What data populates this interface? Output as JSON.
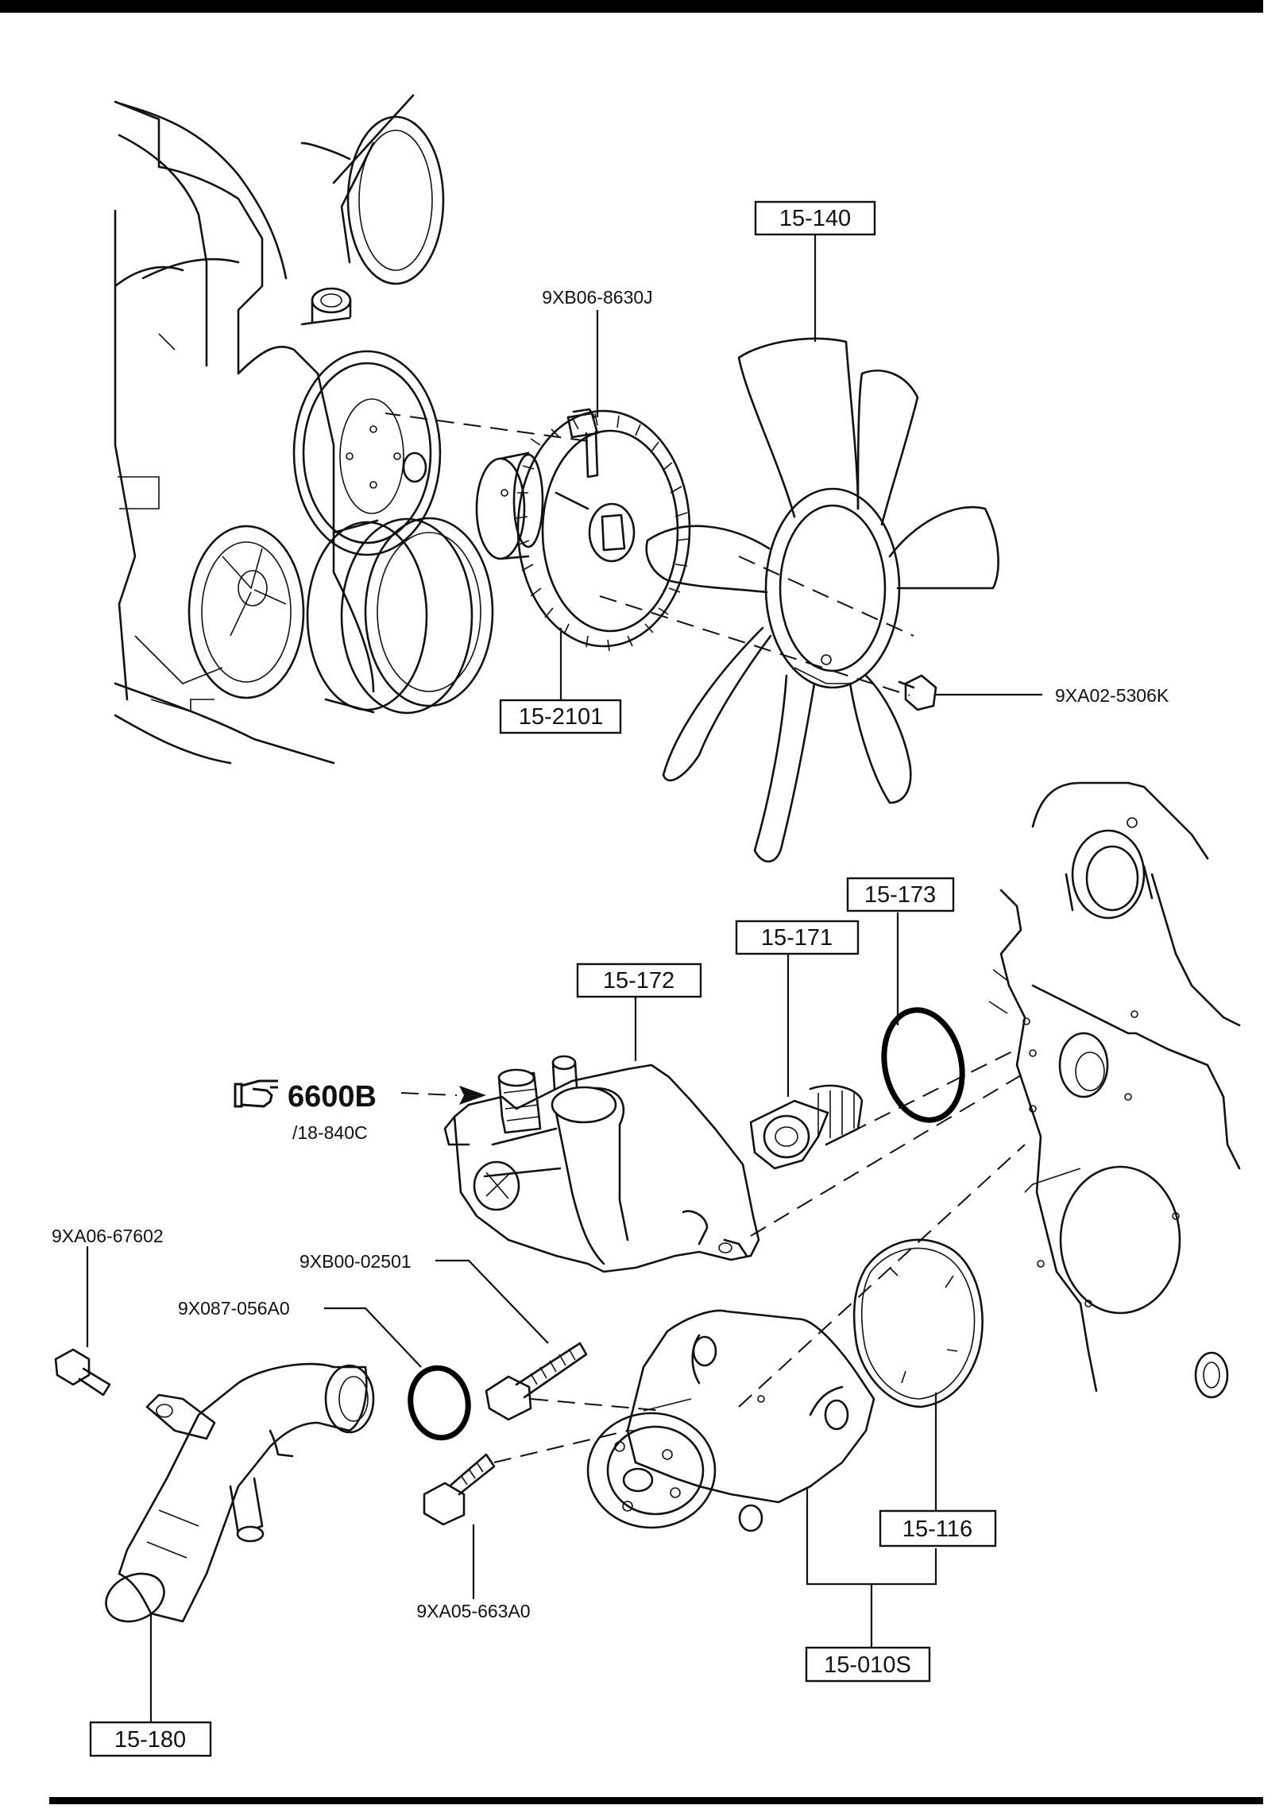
{
  "callouts": {
    "p15_140": "15-140",
    "p9xb06_8630j": "9XB06-8630J",
    "p15_2101": "15-2101",
    "p9xa02_5306k": "9XA02-5306K",
    "p15_173": "15-173",
    "p15_171": "15-171",
    "p15_172": "15-172",
    "p6600b": "6600B",
    "p18_840c": "/18-840C",
    "p9xa06_67602": "9XA06-67602",
    "p9xb00_02501": "9XB00-02501",
    "p9x087_056a0": "9X087-056A0",
    "p15_116": "15-116",
    "p9xa05_663a0": "9XA05-663A0",
    "p15_010s": "15-010S",
    "p15_180": "15-180"
  },
  "icons": {
    "reference": "pointing-hand-icon"
  }
}
